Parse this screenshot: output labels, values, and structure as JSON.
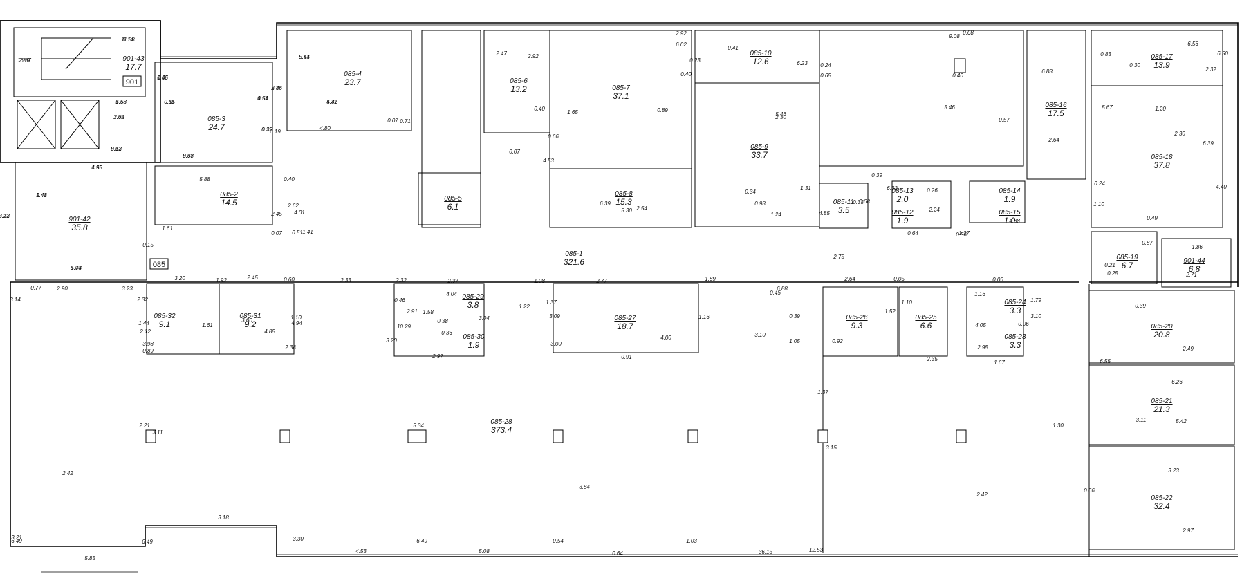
{
  "plan": {
    "stair_tag": "901",
    "corridor_tag": "085",
    "rooms": [
      {
        "id": "901-43",
        "area": "17.7"
      },
      {
        "id": "901-42",
        "area": "35.8"
      },
      {
        "id": "085-3",
        "area": "24.7"
      },
      {
        "id": "085-2",
        "area": "14.5"
      },
      {
        "id": "085-4",
        "area": "23.7"
      },
      {
        "id": "085-5",
        "area": "6.1"
      },
      {
        "id": "085-6",
        "area": "13.2"
      },
      {
        "id": "085-7",
        "area": "37.1"
      },
      {
        "id": "085-8",
        "area": "15.3"
      },
      {
        "id": "085-10",
        "area": "12.6"
      },
      {
        "id": "085-9",
        "area": "33.7"
      },
      {
        "id": "085-11",
        "area": "3.5"
      },
      {
        "id": "085-13",
        "area": "2.0"
      },
      {
        "id": "085-12",
        "area": "1.9"
      },
      {
        "id": "085-14",
        "area": "1.9"
      },
      {
        "id": "085-15",
        "area": "1.9"
      },
      {
        "id": "085-16",
        "area": "17.5"
      },
      {
        "id": "085-17",
        "area": "13.9"
      },
      {
        "id": "085-18",
        "area": "37.8"
      },
      {
        "id": "085-1",
        "area": "321.6"
      },
      {
        "id": "085-19",
        "area": "6.7"
      },
      {
        "id": "901-44",
        "area": "6.8"
      },
      {
        "id": "085-32",
        "area": "9.1"
      },
      {
        "id": "085-31",
        "area": "9.2"
      },
      {
        "id": "085-29",
        "area": "3.8"
      },
      {
        "id": "085-30",
        "area": "1.9"
      },
      {
        "id": "085-27",
        "area": "18.7"
      },
      {
        "id": "085-26",
        "area": "9.3"
      },
      {
        "id": "085-25",
        "area": "6.6"
      },
      {
        "id": "085-24",
        "area": "3.3"
      },
      {
        "id": "085-23",
        "area": "3.3"
      },
      {
        "id": "085-20",
        "area": "20.8"
      },
      {
        "id": "085-21",
        "area": "21.3"
      },
      {
        "id": "085-22",
        "area": "32.4"
      },
      {
        "id": "085-28",
        "area": "373.4"
      }
    ],
    "dims": [
      "6.14",
      "2.89",
      "1.55",
      "1.68",
      "2.62",
      "0.12",
      "4.56",
      "5.41",
      "2.22",
      "5.74",
      "5.51",
      "4.51",
      "2.86",
      "4.31",
      "0.11",
      "5.68",
      "0.25",
      "0.19",
      "4.80",
      "0.07",
      "0.71",
      "5.88",
      "0.40",
      "2.62",
      "2.45",
      "4.01",
      "0.07",
      "0.51",
      "1.41",
      "1.61",
      "0.15",
      "2.47",
      "2.92",
      "0.40",
      "0.66",
      "4.53",
      "0.07",
      "1.65",
      "2.92",
      "6.02",
      "0.23",
      "0.40",
      "0.89",
      "0.41",
      "6.23",
      "5.46",
      "2.30",
      "5.46",
      "9.08",
      "0.68",
      "0.24",
      "0.65",
      "0.40",
      "0.57",
      "6.88",
      "2.64",
      "6.56",
      "6.50",
      "0.83",
      "0.30",
      "2.32",
      "1.20",
      "5.67",
      "2.30",
      "6.39",
      "4.40",
      "0.49",
      "6.39",
      "5.30",
      "2.54",
      "0.34",
      "0.98",
      "1.24",
      "1.31",
      "6.32",
      "4.85",
      "2.75",
      "0.33",
      "0.26",
      "2.24",
      "0.39",
      "0.68",
      "0.64",
      "1.37",
      "0.56",
      "0.24",
      "1.10",
      "4.88",
      "0.87",
      "1.86",
      "0.21",
      "0.25",
      "2.71",
      "3.20",
      "1.92",
      "2.45",
      "0.60",
      "2.33",
      "2.32",
      "2.37",
      "1.08",
      "2.77",
      "1.89",
      "6.88",
      "2.64",
      "0.05",
      "0.06",
      "0.77",
      "2.90",
      "3.23",
      "3.14",
      "2.32",
      "2.12",
      "1.44",
      "3.98",
      "0.89",
      "1.61",
      "3.60",
      "4.85",
      "2.38",
      "1.10",
      "4.94",
      "2.91",
      "3.20",
      "10.29",
      "0.46",
      "4.04",
      "1.58",
      "0.38",
      "0.36",
      "2.97",
      "3.04",
      "1.22",
      "1.37",
      "3.09",
      "3.00",
      "0.91",
      "4.00",
      "1.16",
      "3.10",
      "0.45",
      "1.05",
      "0.39",
      "0.92",
      "1.52",
      "1.10",
      "2.35",
      "1.67",
      "1.16",
      "1.79",
      "4.05",
      "3.10",
      "2.95",
      "0.06",
      "0.39",
      "2.49",
      "6.55",
      "6.26",
      "3.11",
      "5.42",
      "0.66",
      "3.23",
      "2.97",
      "2.21",
      "3.11",
      "5.34",
      "3.84",
      "2.42",
      "1.37",
      "2.42",
      "1.30",
      "3.15",
      "3.18",
      "6.49",
      "5.85",
      "6.49",
      "3.30",
      "4.53",
      "6.49",
      "5.08",
      "0.54",
      "0.64",
      "1.03",
      "36.13",
      "12.53",
      "3.21",
      "11.88",
      "16.87",
      "0.46",
      "6.53",
      "1.04",
      "5.63",
      "1.95",
      "1.48",
      "5.13",
      "1.03",
      "5.44",
      "0.54",
      "5.44",
      "5.42",
      "0.55",
      "0.37",
      "0.35"
    ],
    "legend_colors": {
      "line": "#000000",
      "background": "#ffffff"
    }
  }
}
